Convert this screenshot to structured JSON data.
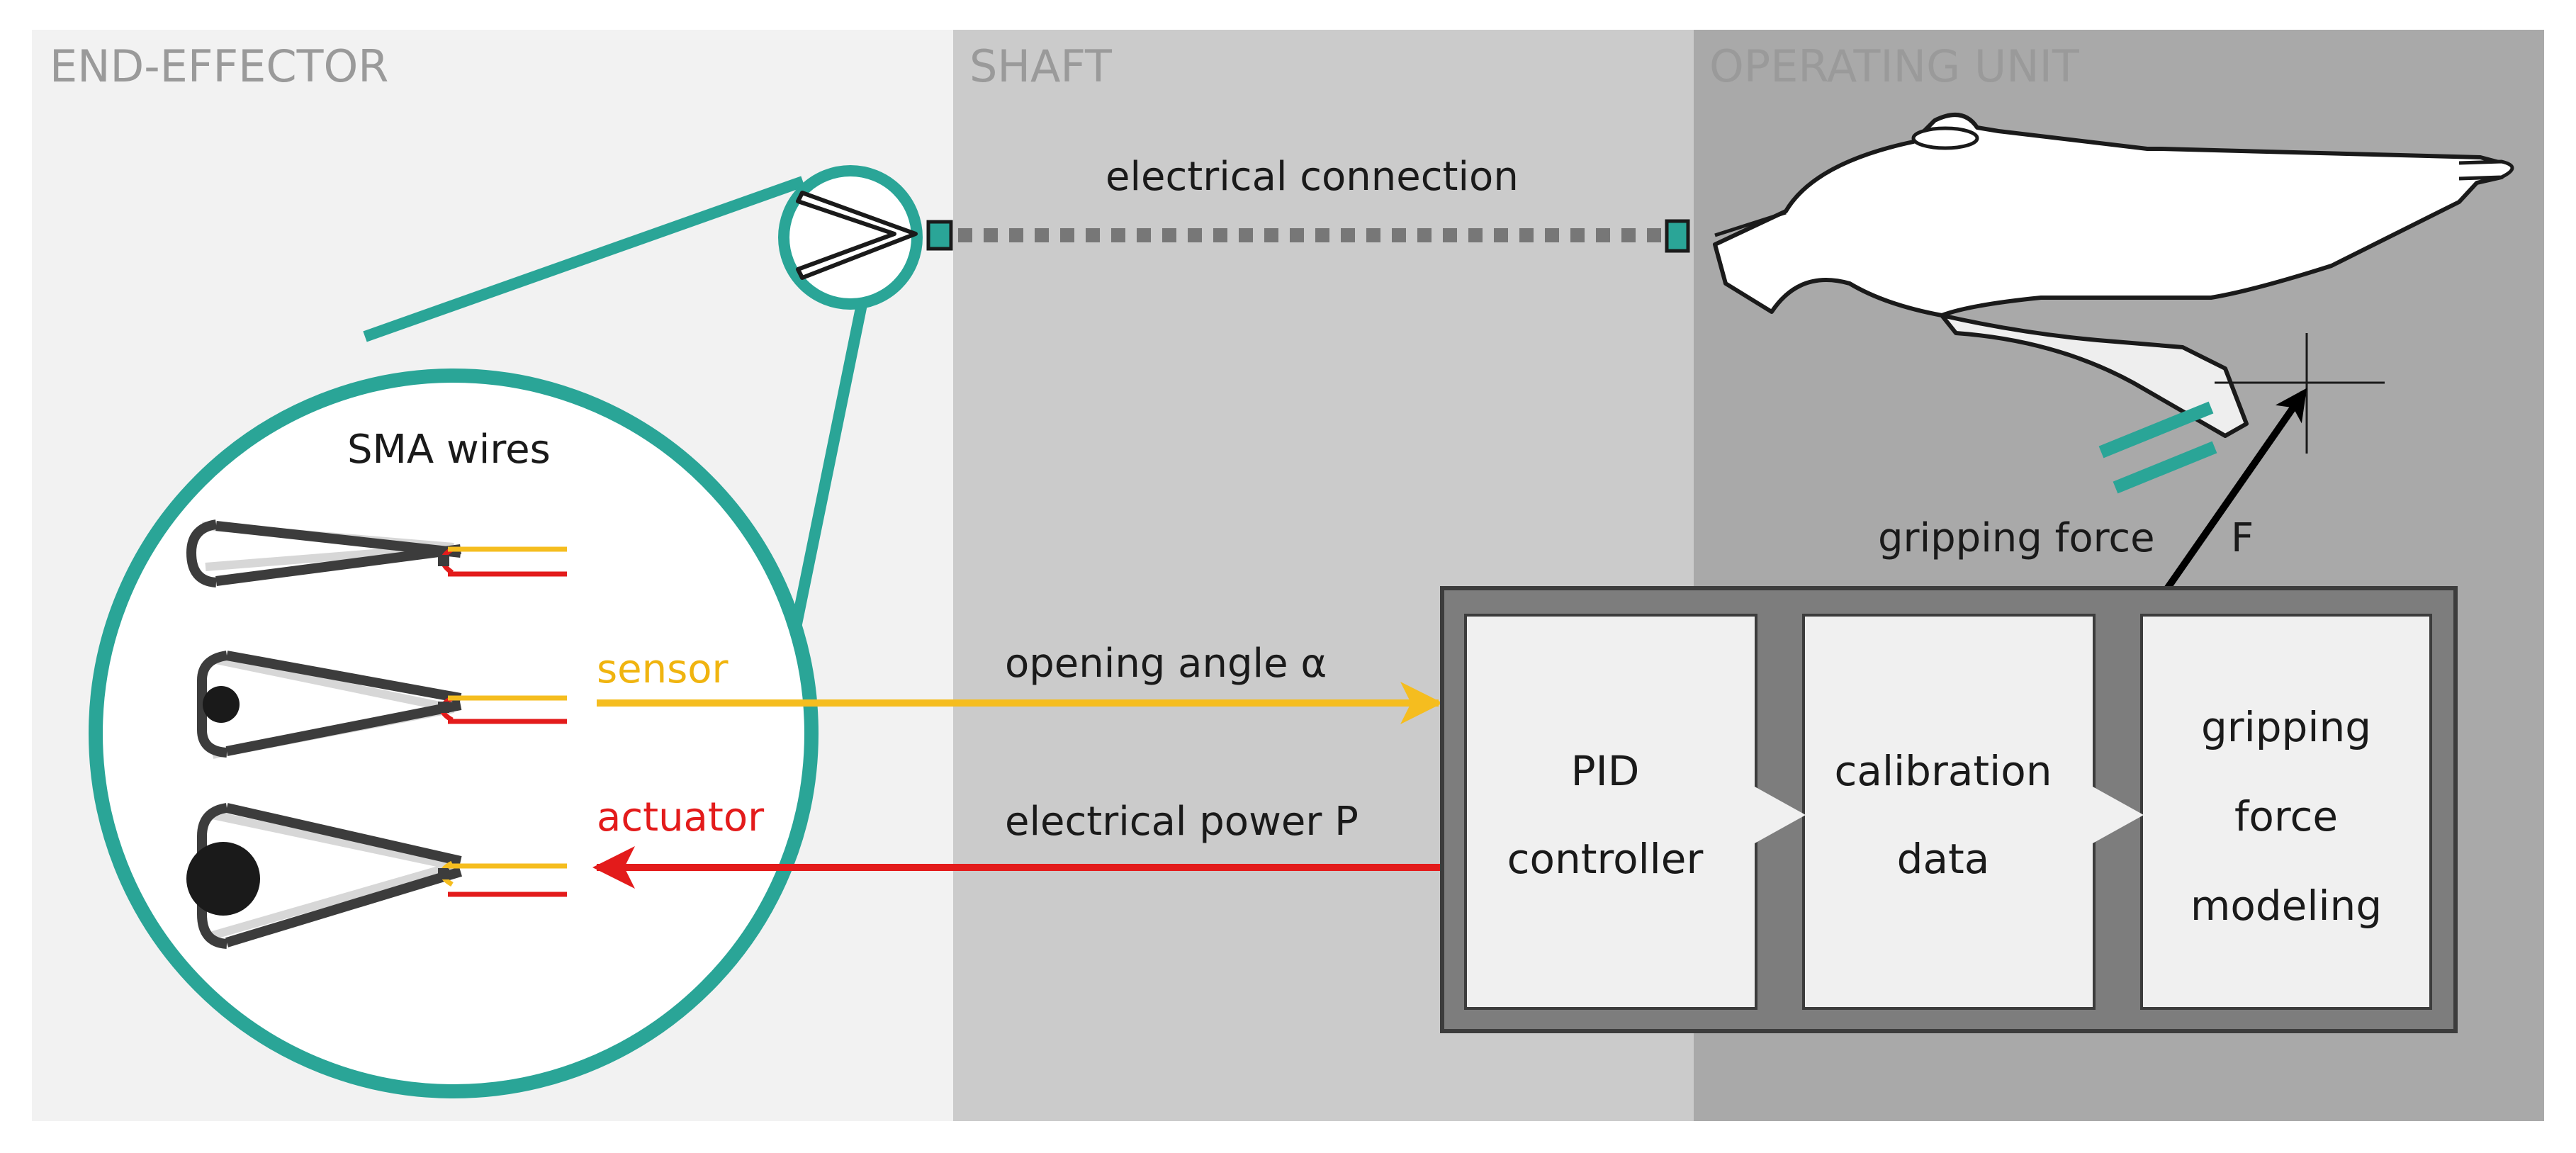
{
  "sections": {
    "end_effector": "END-EFFECTOR",
    "shaft": "SHAFT",
    "operating_unit": "OPERATING UNIT"
  },
  "labels": {
    "electrical_connection": "electrical connection",
    "sma_wires": "SMA wires",
    "sensor": "sensor",
    "actuator": "actuator",
    "opening_angle": "opening angle α",
    "electrical_power": "electrical power P",
    "gripping_force": "gripping force",
    "force_symbol": "F"
  },
  "blocks": {
    "pid": [
      "PID",
      "controller"
    ],
    "calibration": [
      "calibration",
      "data"
    ],
    "modeling": [
      "gripping",
      "force",
      "modeling"
    ]
  },
  "colors": {
    "teal": "#2aa597",
    "sensor": "#f5bd1f",
    "actuator": "#e31b1b",
    "panel_end_effector": "#f2f2f2",
    "panel_shaft": "#cbcbcb",
    "panel_operating": "#a9a9a9"
  }
}
